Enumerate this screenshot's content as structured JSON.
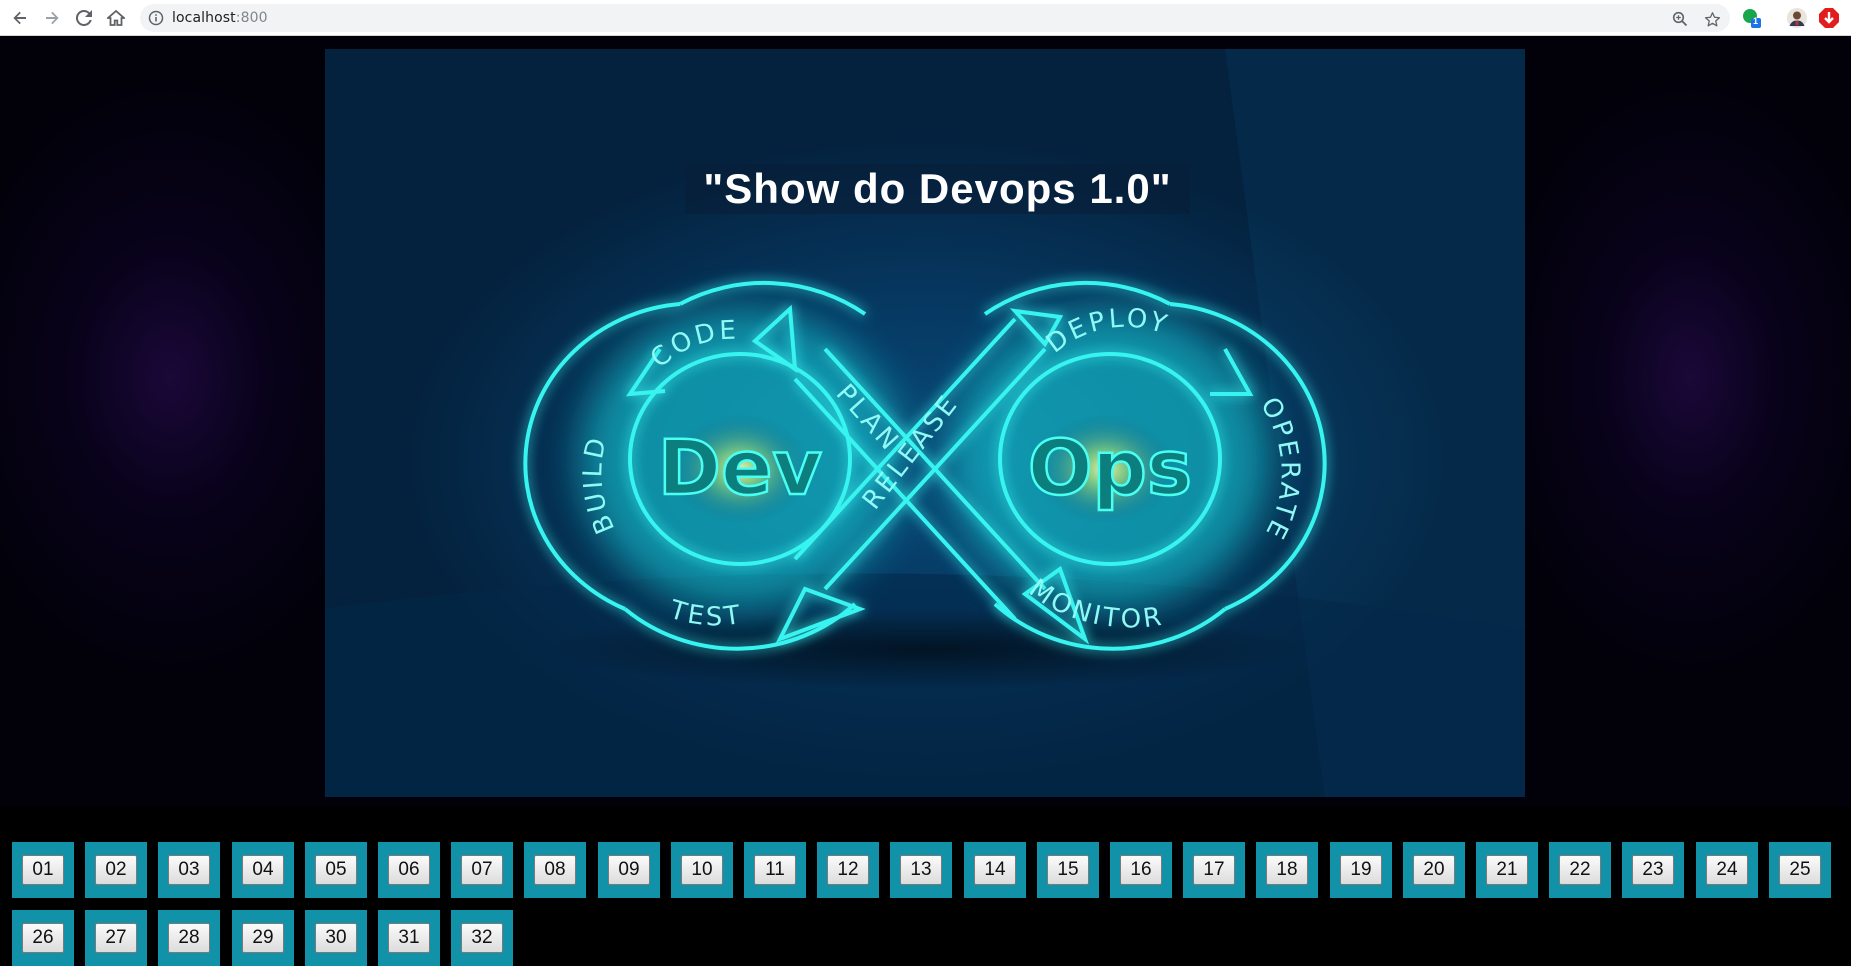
{
  "browser": {
    "url_host": "localhost",
    "url_port": ":800",
    "extension_badge": "1",
    "icons": {
      "back": "back-arrow-icon",
      "forward": "forward-arrow-icon",
      "reload": "reload-icon",
      "home": "home-icon",
      "info": "info-icon",
      "zoom": "zoom-icon",
      "bookmark": "star-icon"
    }
  },
  "hero": {
    "title": "\"Show do Devops 1.0\"",
    "logo": {
      "left_word": "Dev",
      "right_word": "Ops",
      "stages": [
        "CODE",
        "PLAN",
        "BUILD",
        "TEST",
        "RELEASE",
        "DEPLOY",
        "OPERATE",
        "MONITOR"
      ]
    },
    "colors": {
      "neon": "#2ef3f3",
      "background": "#063a64"
    }
  },
  "buttons": [
    "01",
    "02",
    "03",
    "04",
    "05",
    "06",
    "07",
    "08",
    "09",
    "10",
    "11",
    "12",
    "13",
    "14",
    "15",
    "16",
    "17",
    "18",
    "19",
    "20",
    "21",
    "22",
    "23",
    "24",
    "25",
    "26",
    "27",
    "28",
    "29",
    "30",
    "31",
    "32"
  ],
  "colors": {
    "tile": "#1192a8"
  }
}
